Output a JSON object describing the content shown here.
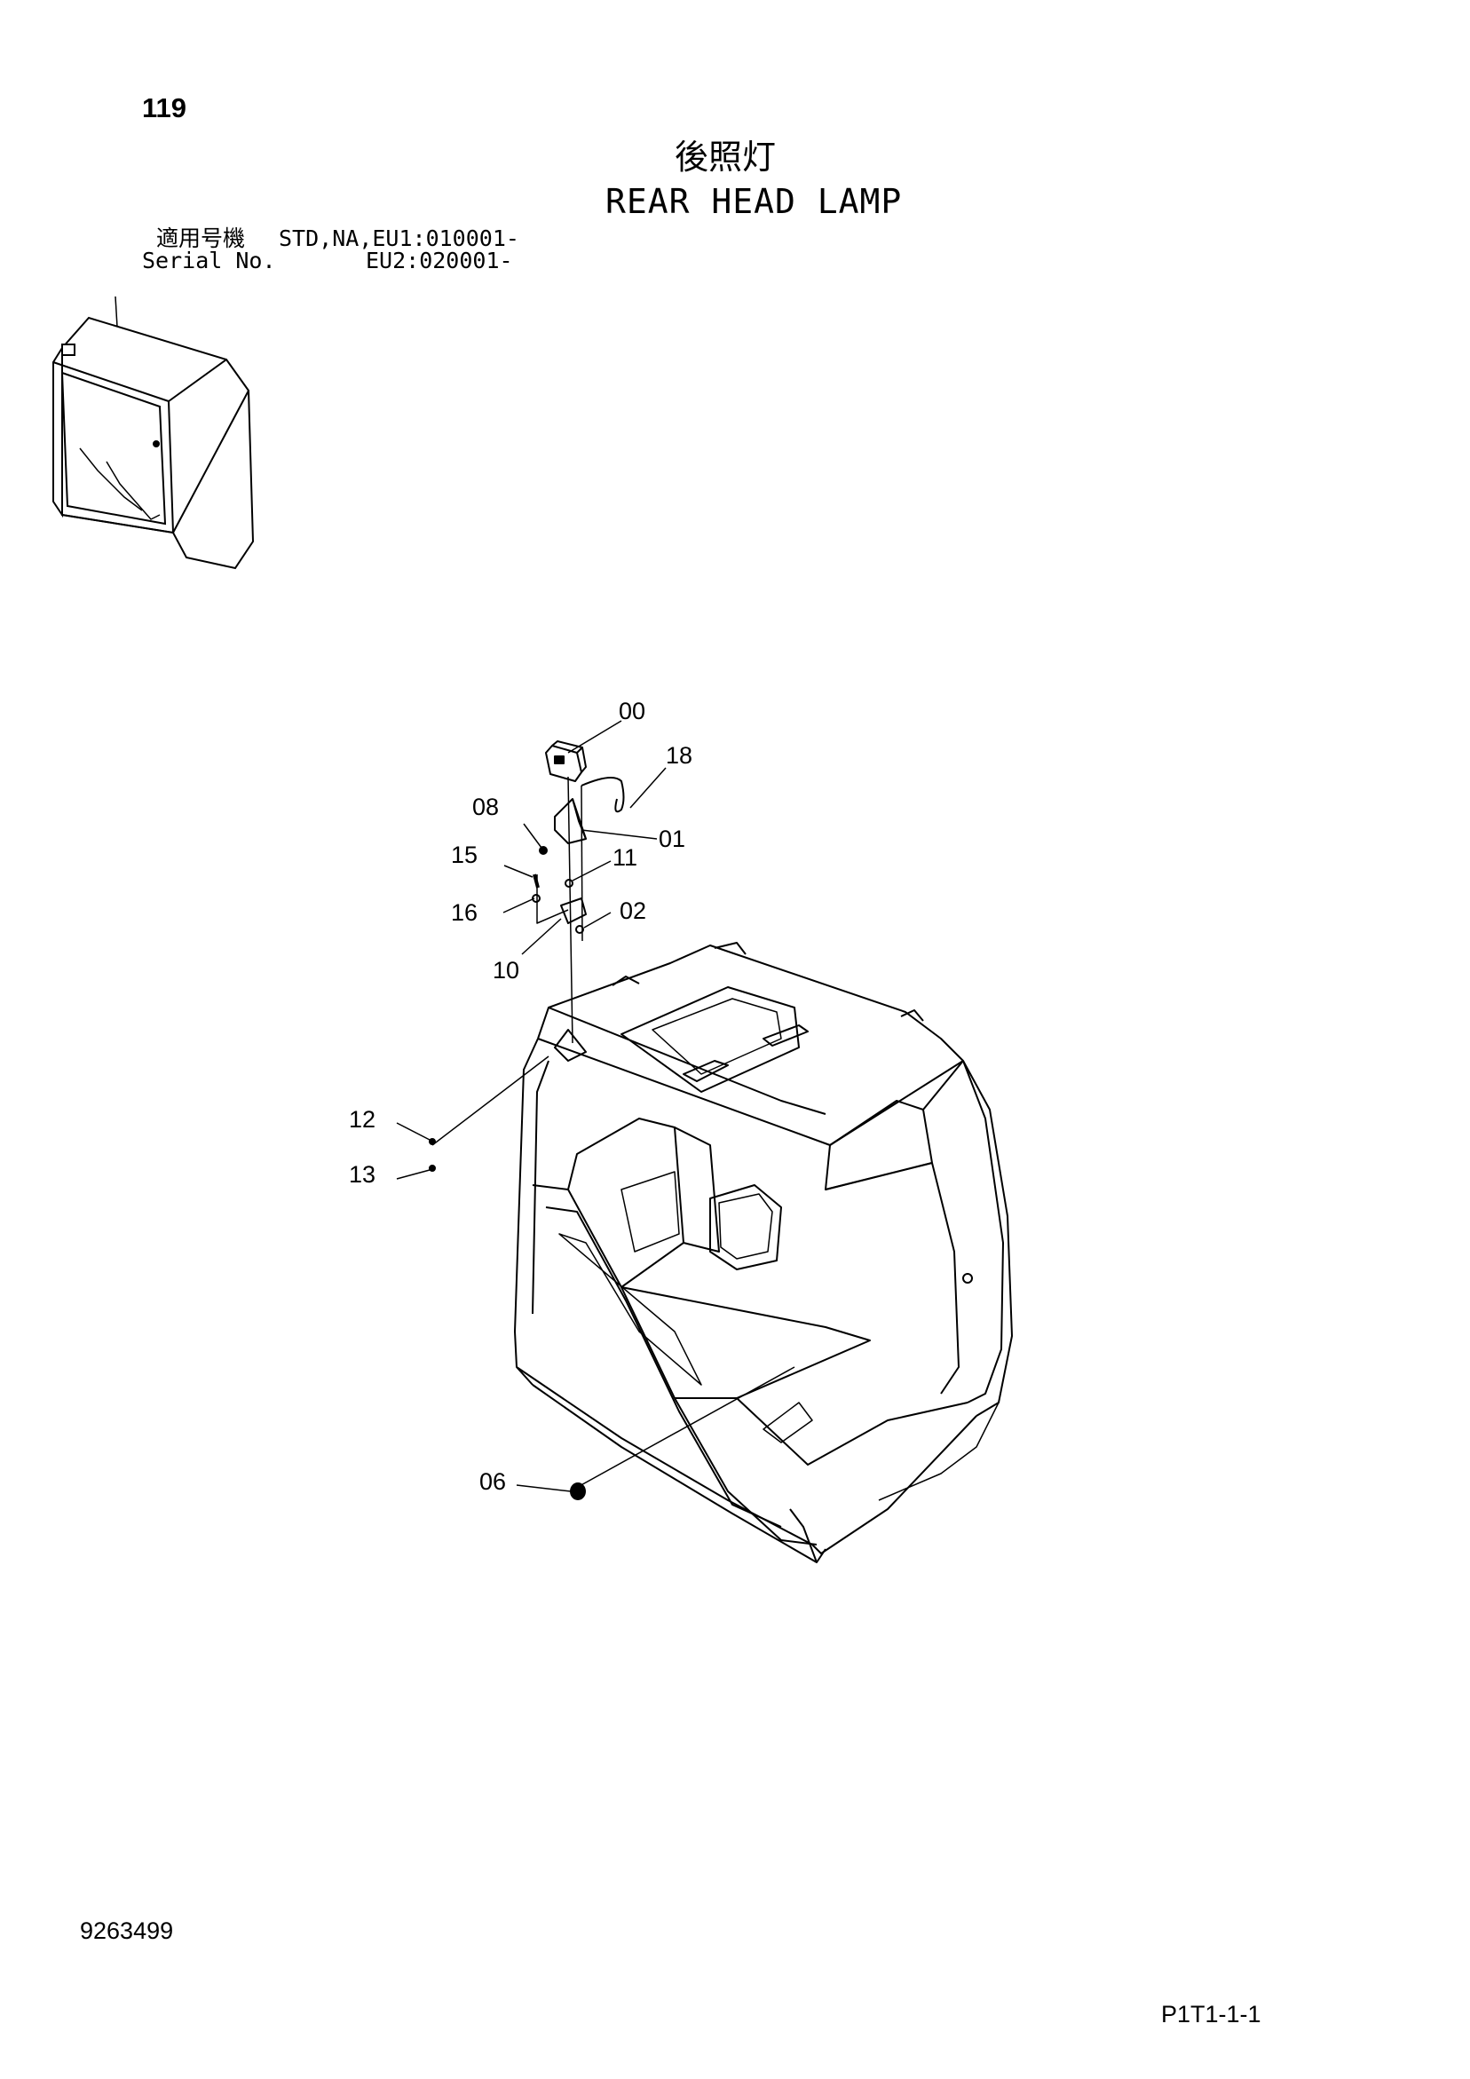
{
  "header": {
    "page_number": "119",
    "title_ja": "後照灯",
    "title_en": "REAR HEAD LAMP",
    "serial_label_ja": "適用号機",
    "serial_label_en": "Serial No.",
    "serial_value_1": "STD,NA,EU1:010001-",
    "serial_value_2": "EU2:020001-"
  },
  "footer": {
    "document_number": "9263499",
    "page_reference": "P1T1-1-1"
  },
  "diagram": {
    "callouts": [
      {
        "id": "00",
        "label": "00"
      },
      {
        "id": "18",
        "label": "18"
      },
      {
        "id": "08",
        "label": "08"
      },
      {
        "id": "01",
        "label": "01"
      },
      {
        "id": "15",
        "label": "15"
      },
      {
        "id": "11",
        "label": "11"
      },
      {
        "id": "16",
        "label": "16"
      },
      {
        "id": "02",
        "label": "02"
      },
      {
        "id": "10",
        "label": "10"
      },
      {
        "id": "12",
        "label": "12"
      },
      {
        "id": "13",
        "label": "13"
      },
      {
        "id": "06",
        "label": "06"
      }
    ]
  }
}
